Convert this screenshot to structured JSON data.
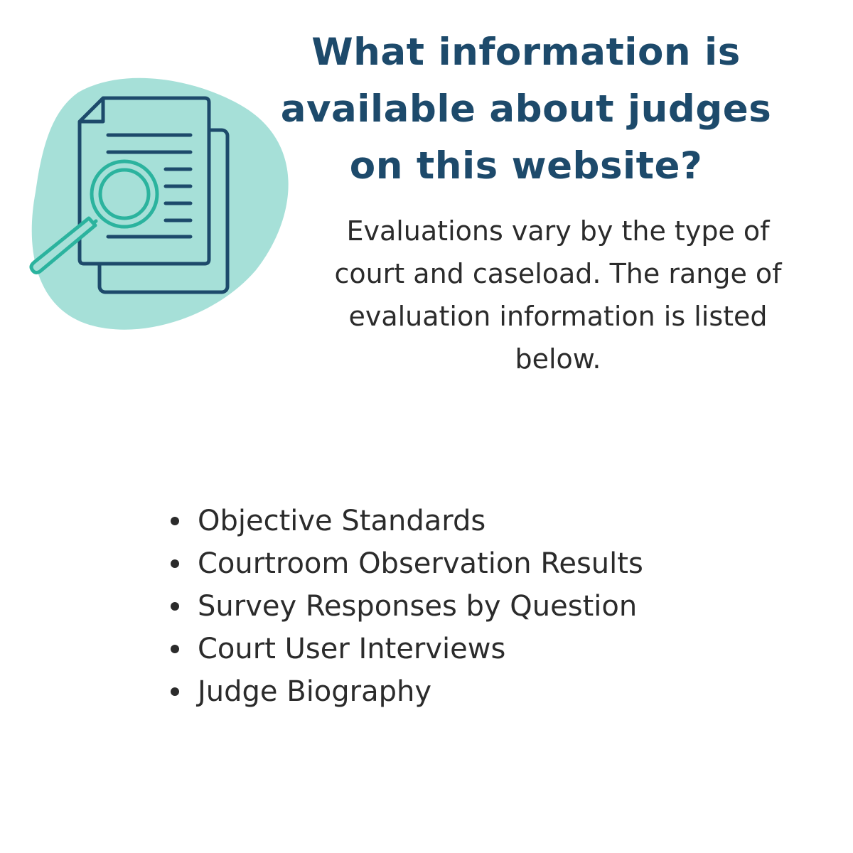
{
  "title_lines": [
    "What information is",
    "available about judges",
    "on this website?"
  ],
  "intro_lines": [
    "Evaluations vary by the type of",
    "court and caseload. The range of",
    "evaluation information is listed",
    "below."
  ],
  "items": [
    "Objective Standards",
    "Courtroom Observation Results",
    "Survey Responses by Question",
    "Court User Interviews",
    "Judge Biography"
  ],
  "icon": "document-search-icon",
  "colors": {
    "title": "#1d4a6b",
    "body_text": "#2b2b2b",
    "blob": "#a6e0d8",
    "icon_navy": "#1d4a6b",
    "icon_teal": "#2bb39e",
    "background": "#ffffff"
  }
}
